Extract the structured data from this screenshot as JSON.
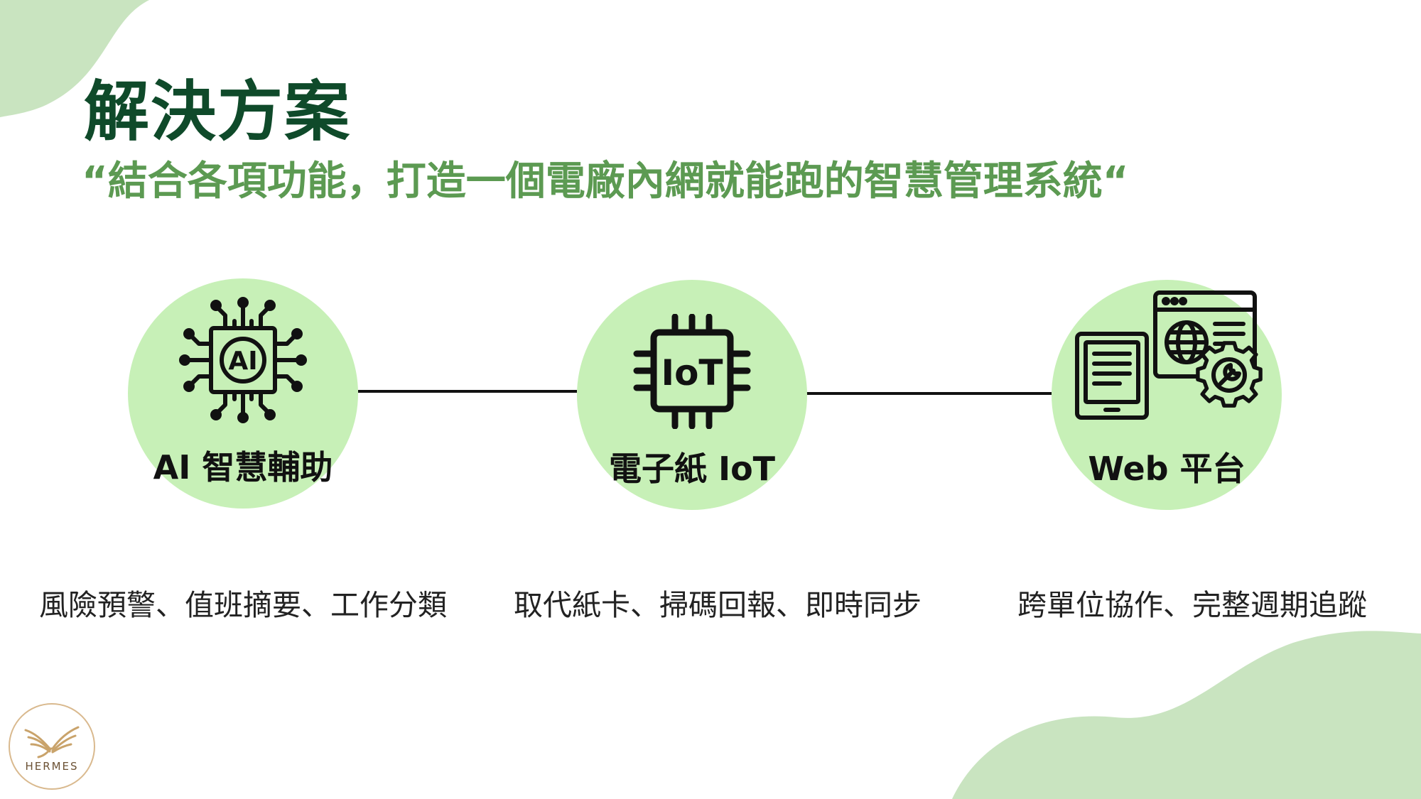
{
  "title": "解決方案",
  "subtitle": "“結合各項功能，打造一個電廠內網就能跑的智慧管理系統“",
  "features": [
    {
      "label": "AI 智慧輔助",
      "icon": "ai-chip-icon",
      "description": "風險預警、值班摘要、工作分類"
    },
    {
      "label": "電子紙 IoT",
      "icon": "iot-chip-icon",
      "description": "取代紙卡、掃碼回報、即時同步"
    },
    {
      "label": "Web 平台",
      "icon": "web-platform-icon",
      "description": "跨單位協作、完整週期追蹤"
    }
  ],
  "logo": {
    "text": "HERMES"
  },
  "colors": {
    "title": "#0f4a2a",
    "subtitle": "#5c9a52",
    "circle": "#c7f0b7",
    "blob": "#c9e4c0",
    "logo_gold": "#c9a36b"
  }
}
